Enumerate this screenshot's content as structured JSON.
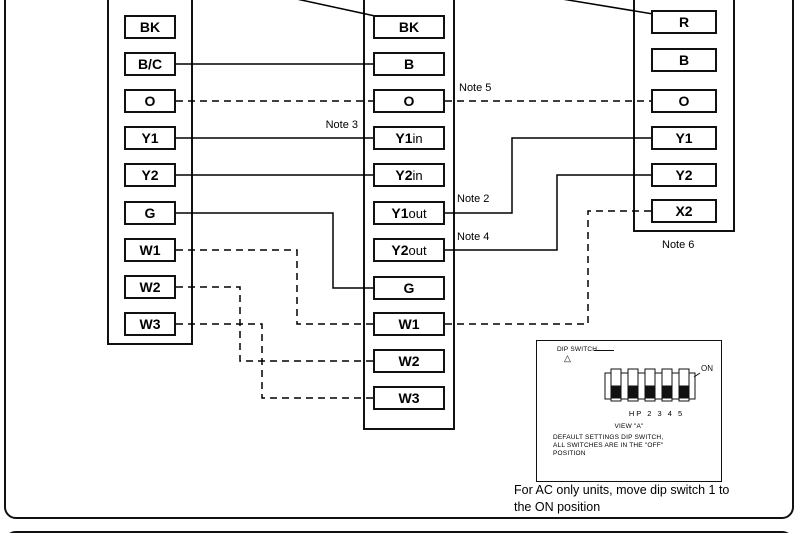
{
  "columns": {
    "left": {
      "terminals": [
        "BK",
        "B/C",
        "O",
        "Y1",
        "Y2",
        "G",
        "W1",
        "W2",
        "W3"
      ]
    },
    "middle": {
      "terminals": [
        {
          "main": "BK",
          "suffix": ""
        },
        {
          "main": "B",
          "suffix": ""
        },
        {
          "main": "O",
          "suffix": ""
        },
        {
          "main": "Y1",
          "suffix": "in"
        },
        {
          "main": "Y2",
          "suffix": "in"
        },
        {
          "main": "Y1",
          "suffix": "out"
        },
        {
          "main": "Y2",
          "suffix": "out"
        },
        {
          "main": "G",
          "suffix": ""
        },
        {
          "main": "W1",
          "suffix": ""
        },
        {
          "main": "W2",
          "suffix": ""
        },
        {
          "main": "W3",
          "suffix": ""
        }
      ]
    },
    "right": {
      "terminals": [
        "R",
        "B",
        "O",
        "Y1",
        "Y2",
        "X2"
      ]
    }
  },
  "notes": {
    "note2": "Note 2",
    "note3": "Note 3",
    "note4": "Note 4",
    "note5": "Note 5",
    "note6": "Note 6"
  },
  "dip_switch": {
    "label": "DIP SWITCH",
    "triangle_icon": "△",
    "on_label": "ON",
    "row_labels": "HP 2 3 4 5",
    "view_label": "VIEW \"A\"",
    "default_lines": [
      "DEFAULT SETTINGS DIP SWITCH,",
      "ALL SWITCHES ARE IN THE \"OFF\"",
      "POSITION"
    ]
  },
  "caption": {
    "line1": "For AC only units, move dip switch 1 to",
    "line2": "the ON position"
  },
  "colors": {
    "line": "#000000",
    "background": "#ffffff"
  }
}
